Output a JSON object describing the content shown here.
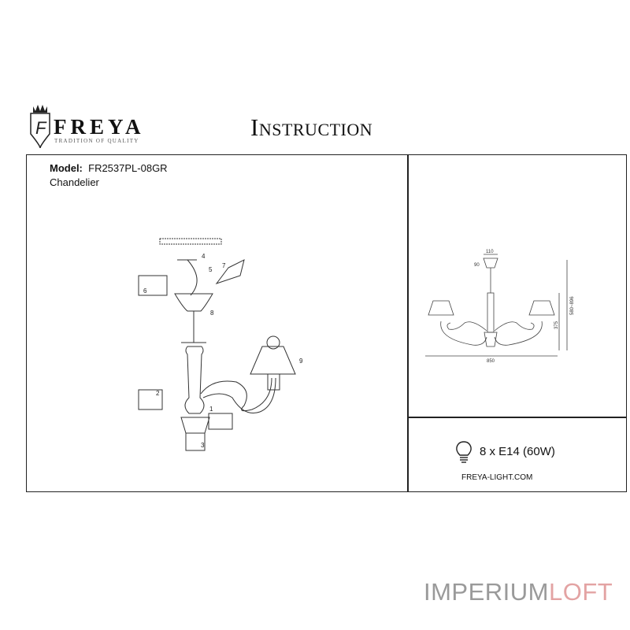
{
  "header": {
    "brand": "FREYA",
    "tagline": "TRADITION OF QUALITY",
    "title": "Instruction"
  },
  "product": {
    "model_label": "Model:",
    "model_value": "FR2537PL-08GR",
    "type": "Chandelier"
  },
  "assembly_steps": [
    "1",
    "2",
    "3",
    "4",
    "5",
    "6",
    "7",
    "8",
    "9"
  ],
  "dimensions": {
    "canopy_width": "110",
    "canopy_height": "90",
    "height_range": "580~896",
    "body_height": "375",
    "diameter": "850"
  },
  "specs": {
    "bulb_icon": "lightbulb-icon",
    "lamps": "8 x E14 (60W)",
    "website": "FREYA-LIGHT.COM"
  },
  "watermark": {
    "part1": "IMPERIUM",
    "part2": "LOFT",
    "color1": "#9a9a9a",
    "color2": "#e3a3a3"
  }
}
